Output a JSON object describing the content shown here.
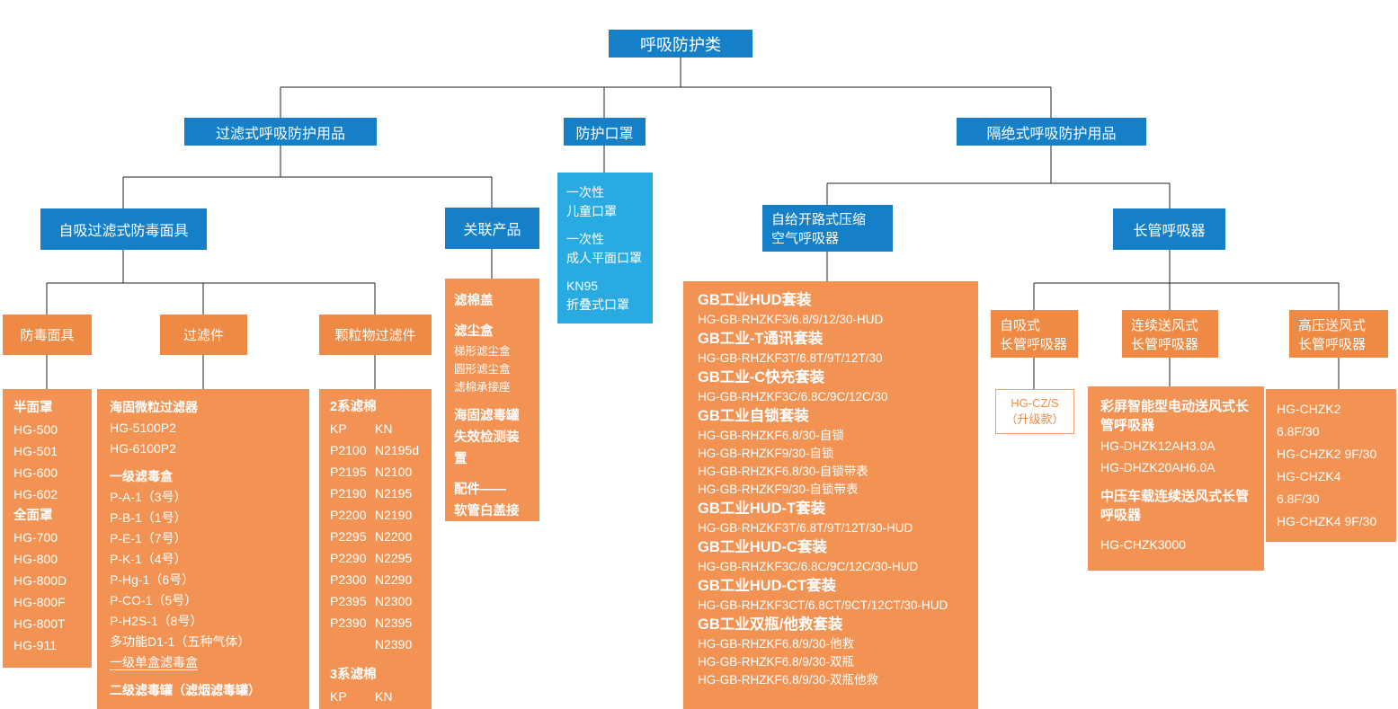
{
  "palette": {
    "blue": "#1580c8",
    "light_blue": "#29abe2",
    "orange_header": "#ee8a44",
    "orange_leaf": "#f29354",
    "line": "#222222"
  },
  "root": {
    "label": "呼吸防护类"
  },
  "level1": {
    "filter": {
      "label": "过滤式呼吸防护用品"
    },
    "mask": {
      "label": "防护口罩"
    },
    "isolation": {
      "label": "隔绝式呼吸防护用品"
    }
  },
  "level2": {
    "self_priming_mask": {
      "label": "自吸过滤式防毒面具"
    },
    "related": {
      "label": "关联产品"
    },
    "scba": {
      "label": "自给开路式压缩\n空气呼吸器"
    },
    "long_tube": {
      "label": "长管呼吸器"
    }
  },
  "headers3": {
    "gas_mask": {
      "label": "防毒面具"
    },
    "filter_parts": {
      "label": "过滤件"
    },
    "particulate": {
      "label": "颗粒物过滤件"
    },
    "self_priming_tube": {
      "label": "自吸式\n长管呼吸器"
    },
    "continuous_blower": {
      "label": "连续送风式\n长管呼吸器"
    },
    "high_pressure": {
      "label": "高压送风式\n长管呼吸器"
    }
  },
  "mask_list": {
    "items": [
      {
        "t": "一次性"
      },
      {
        "t": "儿童口罩"
      },
      {
        "t": "一次性",
        "k": "t g"
      },
      {
        "t": "成人平面口罩"
      },
      {
        "t": "KN95",
        "k": "t g"
      },
      {
        "t": "折叠式口罩"
      }
    ]
  },
  "leaves": {
    "gas_mask": {
      "items": [
        {
          "t": "半面罩",
          "k": "h"
        },
        {
          "t": "HG-500"
        },
        {
          "t": "HG-501"
        },
        {
          "t": "HG-600"
        },
        {
          "t": "HG-602"
        },
        {
          "t": "全面罩",
          "k": "h"
        },
        {
          "t": "HG-700"
        },
        {
          "t": "HG-800"
        },
        {
          "t": "HG-800D"
        },
        {
          "t": "HG-800F"
        },
        {
          "t": "HG-800T"
        },
        {
          "t": "HG-911"
        }
      ]
    },
    "filter_parts": {
      "items": [
        {
          "t": "海固微粒过滤器",
          "k": "h"
        },
        {
          "t": "HG-5100P2"
        },
        {
          "t": "HG-6100P2"
        },
        {
          "t": "一级滤毒盒",
          "k": "h g"
        },
        {
          "t": "P-A-1（3号）"
        },
        {
          "t": "P-B-1（1号）"
        },
        {
          "t": "P-E-1（7号）"
        },
        {
          "t": "P-K-1（4号）"
        },
        {
          "t": "P-Hg-1（6号）"
        },
        {
          "t": "P-CO-1（5号）"
        },
        {
          "t": "P-H2S-1（8号）"
        },
        {
          "t": "多功能D1-1（五种气体）"
        },
        {
          "t": "一级单盒滤毒盒",
          "k": "t u"
        },
        {
          "t": "二级滤毒罐（滤烟滤毒罐）",
          "k": "h g"
        }
      ]
    },
    "particulate": {
      "items": [
        {
          "t": "2系滤棉",
          "k": "h"
        },
        {
          "t": [
            "KP",
            "KN"
          ],
          "k": "row"
        },
        {
          "t": [
            "P2100",
            "N2195d"
          ],
          "k": "row"
        },
        {
          "t": [
            "P2195",
            "N2100"
          ],
          "k": "row"
        },
        {
          "t": [
            "P2190",
            "N2195"
          ],
          "k": "row"
        },
        {
          "t": [
            "P2200",
            "N2190"
          ],
          "k": "row"
        },
        {
          "t": [
            "P2295",
            "N2200"
          ],
          "k": "row"
        },
        {
          "t": [
            "P2290",
            "N2295"
          ],
          "k": "row"
        },
        {
          "t": [
            "P2300",
            "N2290"
          ],
          "k": "row"
        },
        {
          "t": [
            "P2395",
            "N2300"
          ],
          "k": "row"
        },
        {
          "t": [
            "P2390",
            "N2395"
          ],
          "k": "row"
        },
        {
          "t": [
            "",
            "N2390"
          ],
          "k": "row"
        },
        {
          "t": "3系滤棉",
          "k": "h g"
        },
        {
          "t": [
            "KP",
            "KN"
          ],
          "k": "row"
        }
      ]
    },
    "related": {
      "items": [
        {
          "t": "滤棉盖",
          "k": "h"
        },
        {
          "t": "滤尘盒",
          "k": "h g"
        },
        {
          "t": "梯形滤尘盒",
          "k": "s"
        },
        {
          "t": "圆形滤尘盒",
          "k": "s"
        },
        {
          "t": "滤棉承接座",
          "k": "s"
        },
        {
          "t": "海固滤毒罐",
          "k": "h g"
        },
        {
          "t": "失效检测装置",
          "k": "h"
        },
        {
          "t": "配件——",
          "k": "h g"
        },
        {
          "t": "软管白盖接口",
          "k": "h"
        }
      ]
    },
    "scba": {
      "items": [
        {
          "t": "GB工业HUD套装",
          "k": "h2"
        },
        {
          "t": "HG-GB-RHZKF3/6.8/9/12/30-HUD"
        },
        {
          "t": "GB工业-T通讯套装",
          "k": "h2"
        },
        {
          "t": "HG-GB-RHZKF3T/6.8T/9T/12T/30"
        },
        {
          "t": "GB工业-C快充套装",
          "k": "h2"
        },
        {
          "t": "HG-GB-RHZKF3C/6.8C/9C/12C/30"
        },
        {
          "t": "GB工业自锁套装",
          "k": "h2"
        },
        {
          "t": "HG-GB-RHZKF6.8/30-自锁"
        },
        {
          "t": "HG-GB-RHZKF9/30-自锁"
        },
        {
          "t": "HG-GB-RHZKF6.8/30-自锁带表"
        },
        {
          "t": "HG-GB-RHZKF9/30-自锁带表"
        },
        {
          "t": "GB工业HUD-T套装",
          "k": "h2"
        },
        {
          "t": "HG-GB-RHZKF3T/6.8T/9T/12T/30-HUD"
        },
        {
          "t": "GB工业HUD-C套装",
          "k": "h2"
        },
        {
          "t": "HG-GB-RHZKF3C/6.8C/9C/12C/30-HUD"
        },
        {
          "t": "GB工业HUD-CT套装",
          "k": "h2"
        },
        {
          "t": "HG-GB-RHZKF3CT/6.8CT/9CT/12CT/30-HUD"
        },
        {
          "t": "GB工业双瓶/他救套装",
          "k": "h2"
        },
        {
          "t": "HG-GB-RHZKF6.8/9/30-他救"
        },
        {
          "t": "HG-GB-RHZKF6.8/9/30-双瓶"
        },
        {
          "t": "HG-GB-RHZKF6.8/9/30-双瓶他救"
        }
      ]
    },
    "self_priming_tube": {
      "lines": [
        "HG-CZ/S",
        "（升级款）"
      ]
    },
    "continuous_blower": {
      "items": [
        {
          "t": "彩屏智能型电动送风式长管呼吸器",
          "k": "h"
        },
        {
          "t": "HG-DHZK12AH3.0A"
        },
        {
          "t": "HG-DHZK20AH6.0A"
        },
        {
          "t": "中压车载连续送风式长管呼吸器",
          "k": "h g"
        },
        {
          "t": "HG-CHZK3000",
          "k": "t g"
        }
      ]
    },
    "high_pressure": {
      "items": [
        {
          "t": "HG-CHZK2 6.8F/30"
        },
        {
          "t": "HG-CHZK2 9F/30"
        },
        {
          "t": "HG-CHZK4 6.8F/30"
        },
        {
          "t": "HG-CHZK4 9F/30"
        }
      ]
    }
  }
}
